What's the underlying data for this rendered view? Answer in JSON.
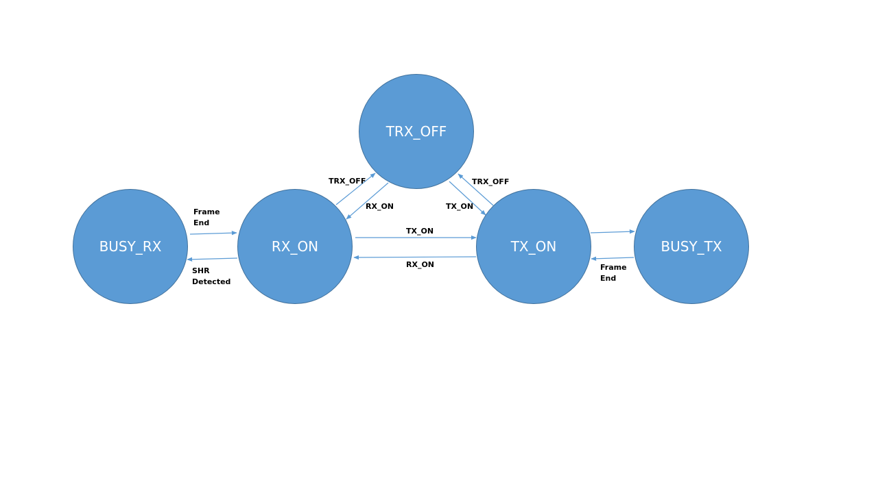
{
  "colors": {
    "state_fill": "#5b9bd5",
    "state_border": "#41719c",
    "arrow": "#5b9bd5",
    "label": "#000000"
  },
  "states": {
    "trx_off": "TRX_OFF",
    "busy_rx": "BUSY_RX",
    "rx_on": "RX_ON",
    "tx_on": "TX_ON",
    "busy_tx": "BUSY_TX"
  },
  "transitions": {
    "busy_rx_to_rx_on": [
      "Frame",
      "End"
    ],
    "rx_on_to_busy_rx": [
      "SHR",
      "Detected"
    ],
    "rx_on_to_trx_off": "TRX_OFF",
    "trx_off_to_rx_on": "RX_ON",
    "trx_off_to_tx_on": "TX_ON",
    "tx_on_to_trx_off": "TRX_OFF",
    "rx_on_to_tx_on": "TX_ON",
    "tx_on_to_rx_on": "RX_ON",
    "busy_tx_to_tx_on": [
      "Frame",
      "End"
    ]
  }
}
